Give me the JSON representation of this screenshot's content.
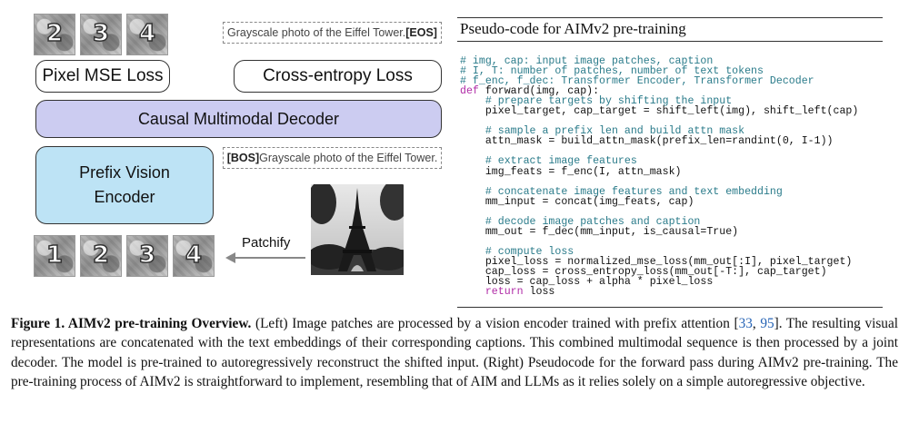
{
  "diagram": {
    "top_patches": [
      "2",
      "3",
      "4"
    ],
    "bottom_patches": [
      "1",
      "2",
      "3",
      "4"
    ],
    "eos_caption": {
      "text": "Grayscale photo of the Eiffel Tower. ",
      "token": "[EOS]"
    },
    "bos_caption": {
      "token": "[BOS]",
      "text": " Grayscale photo of the Eiffel Tower."
    },
    "pixel_loss": "Pixel MSE Loss",
    "ce_loss": "Cross-entropy Loss",
    "decoder": "Causal Multimodal Decoder",
    "encoder_line1": "Prefix Vision",
    "encoder_line2": "Encoder",
    "patchify": "Patchify"
  },
  "code_panel": {
    "title": "Pseudo-code for AIMv2 pre-training",
    "lines": [
      {
        "t": "cm",
        "s": "# img, cap: input image patches, caption"
      },
      {
        "t": "cm",
        "s": "# I, T: number of patches, number of text tokens"
      },
      {
        "t": "cm",
        "s": "# f_enc, f_dec: Transformer Encoder, Transformer Decoder"
      },
      {
        "t": "kw",
        "k": "def",
        "s": " forward(img, cap):"
      },
      {
        "t": "cm",
        "s": "    # prepare targets by shifting the input"
      },
      {
        "t": "tx",
        "s": "    pixel_target, cap_target = shift_left(img), shift_left(cap)"
      },
      {
        "t": "tx",
        "s": ""
      },
      {
        "t": "cm",
        "s": "    # sample a prefix len and build attn mask"
      },
      {
        "t": "tx",
        "s": "    attn_mask = build_attn_mask(prefix_len=randint(0, I-1))"
      },
      {
        "t": "tx",
        "s": ""
      },
      {
        "t": "cm",
        "s": "    # extract image features"
      },
      {
        "t": "tx",
        "s": "    img_feats = f_enc(I, attn_mask)"
      },
      {
        "t": "tx",
        "s": ""
      },
      {
        "t": "cm",
        "s": "    # concatenate image features and text embedding"
      },
      {
        "t": "tx",
        "s": "    mm_input = concat(img_feats, cap)"
      },
      {
        "t": "tx",
        "s": ""
      },
      {
        "t": "cm",
        "s": "    # decode image patches and caption"
      },
      {
        "t": "tx",
        "s": "    mm_out = f_dec(mm_input, is_causal=True)"
      },
      {
        "t": "tx",
        "s": ""
      },
      {
        "t": "cm",
        "s": "    # compute loss"
      },
      {
        "t": "tx",
        "s": "    pixel_loss = normalized_mse_loss(mm_out[:I], pixel_target)"
      },
      {
        "t": "tx",
        "s": "    cap_loss = cross_entropy_loss(mm_out[-T:], cap_target)"
      },
      {
        "t": "tx",
        "s": "    loss = cap_loss + alpha * pixel_loss"
      },
      {
        "t": "kw",
        "k": "    return",
        "s": " loss"
      }
    ]
  },
  "caption": {
    "label": "Figure 1. AIMv2 pre-training Overview.",
    "part1": " (Left) Image patches are processed by a vision encoder trained with prefix attention [",
    "ref1": "33",
    "sep": ", ",
    "ref2": "95",
    "part2": "]. The resulting visual representations are concatenated with the text embeddings of their corresponding captions. This combined multimodal sequence is then processed by a joint decoder. The model is pre-trained to autoregressively reconstruct the shifted input. (Right) Pseudocode for the forward pass during AIMv2 pre-training. The pre-training process of AIMv2 is straightforward to implement, resembling that of AIM and LLMs as it relies solely on a simple autoregressive objective."
  }
}
